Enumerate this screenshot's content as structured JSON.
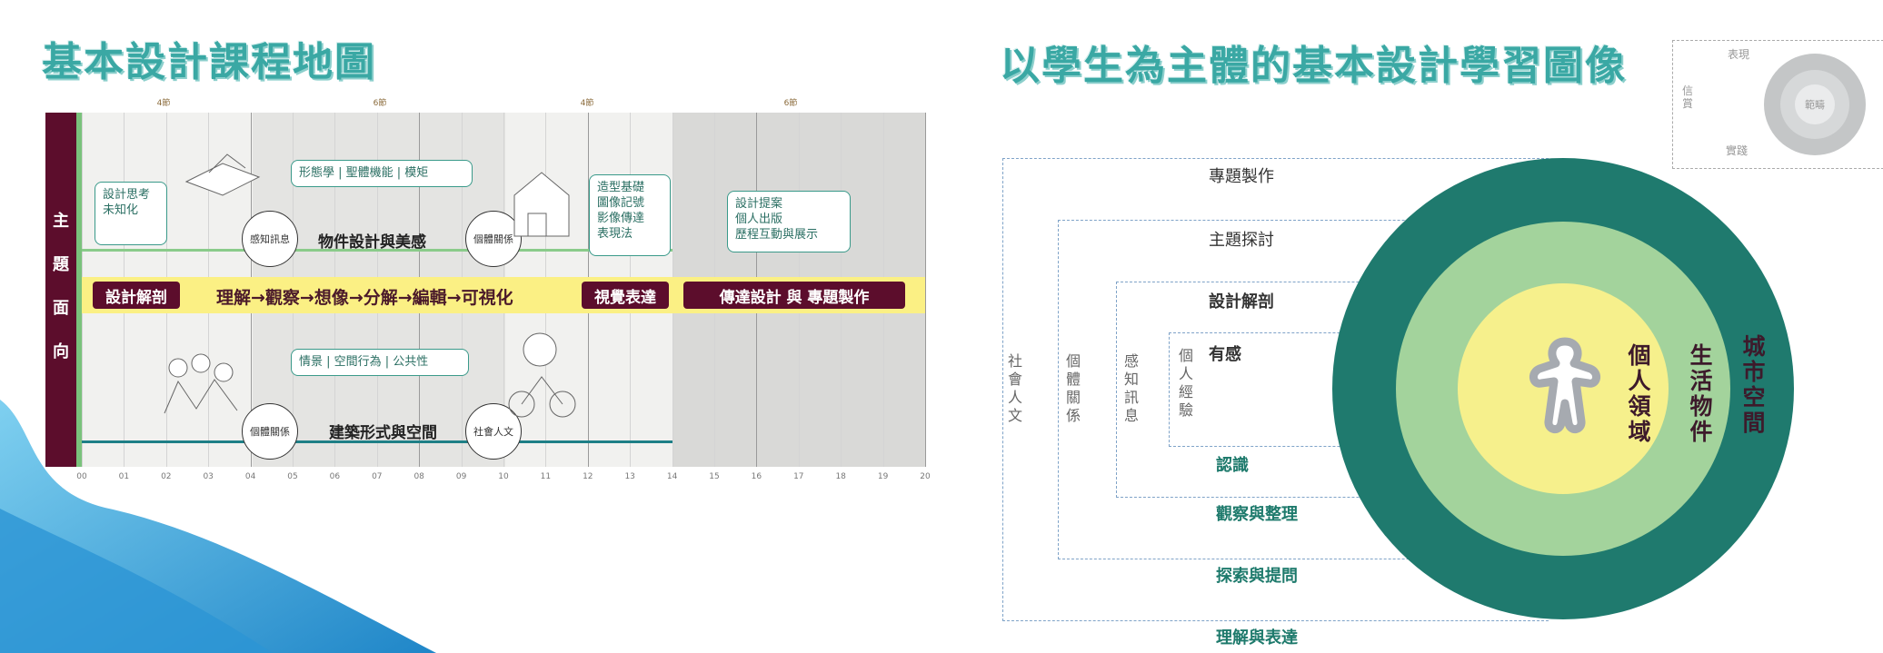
{
  "left": {
    "title": "基本設計課程地圖",
    "weeks": [
      "4節",
      "6節",
      "4節",
      "6節"
    ],
    "sidebar_label": [
      "主",
      "題",
      "面",
      "向"
    ],
    "callouts": {
      "design_thinking": "設計思考\n未知化",
      "form_study": "形態學 | 聖體機能 | 模矩",
      "visual_basis": "造型基礎\n圖像記號\n影像傳達\n表現法",
      "proposal": "設計提案\n個人出版\n歷程互動與展示",
      "context": "情景 | 空間行為 | 公共性"
    },
    "nodes": {
      "sense": "感知訊息",
      "individual": "個體關係",
      "community": "個體關係",
      "social": "社會人文"
    },
    "upper_topic": "物件設計與美感",
    "lower_topic": "建築形式與空間",
    "tags": {
      "analysis": "設計解剖",
      "visual": "視覺表達",
      "comm": "傳達設計 與 專題製作"
    },
    "flow": "理解→觀察→想像→分解→編輯→可視化",
    "ticks": [
      "00",
      "01",
      "02",
      "03",
      "04",
      "05",
      "06",
      "07",
      "08",
      "09",
      "10",
      "11",
      "12",
      "13",
      "14",
      "15",
      "16",
      "17",
      "18",
      "19",
      "20"
    ]
  },
  "right": {
    "title": "以學生為主體的基本設計學習圖像",
    "levels": [
      "專題製作",
      "主題探討",
      "設計解剖",
      "有感"
    ],
    "outcomes": [
      "認識",
      "觀察與整理",
      "探索與提問",
      "理解與表達"
    ],
    "vertical": [
      "社會人文",
      "個體關係",
      "感知訊息",
      "個人經驗"
    ],
    "rings": [
      "城市空間",
      "生活物件",
      "個人領域"
    ],
    "legend": {
      "top": "表現",
      "left": "信賞",
      "center": "範疇",
      "bottom": "實踐"
    },
    "colors": {
      "outer": "#1f7a6e",
      "middle": "#a3d39c",
      "inner": "#f6f08c",
      "figure": "#a6aab0"
    }
  }
}
